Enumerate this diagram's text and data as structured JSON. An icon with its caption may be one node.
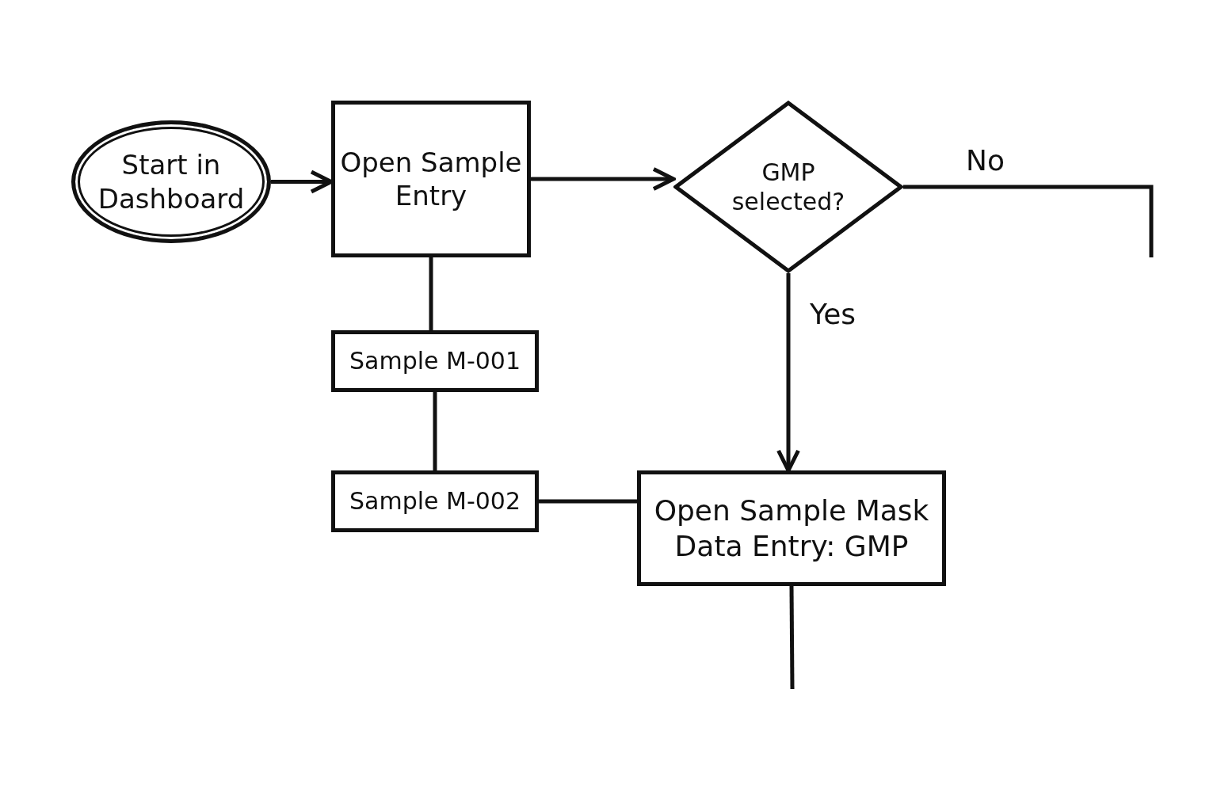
{
  "diagram": {
    "nodes": [
      {
        "text": [
          "Start in Dashboard"
        ]
      },
      {
        "text": [
          "Open Sample Entry"
        ]
      },
      {
        "text": [
          "GMP selected?"
        ]
      },
      {
        "text": [
          "Sample M-001"
        ]
      },
      {
        "text": [
          "Sample M-002"
        ]
      },
      {
        "text": [
          "Open Sample Mask Data Entry: GMP"
        ]
      }
    ],
    "edges": [
      {
        "from": 0,
        "to": 1,
        "arrow": "to"
      },
      {
        "from": 1,
        "to": 2,
        "arrow": "to"
      },
      {
        "from": 2,
        "to": null,
        "arrow": "none",
        "label": "No"
      },
      {
        "from": 2,
        "to": 5,
        "arrow": "to",
        "label": "Yes"
      },
      {
        "from": 1,
        "to": 3,
        "arrow": "none"
      },
      {
        "from": 3,
        "to": 4,
        "arrow": "none"
      },
      {
        "from": 4,
        "to": 5,
        "arrow": "none"
      },
      {
        "from": 5,
        "to": null,
        "arrow": "none"
      }
    ]
  }
}
